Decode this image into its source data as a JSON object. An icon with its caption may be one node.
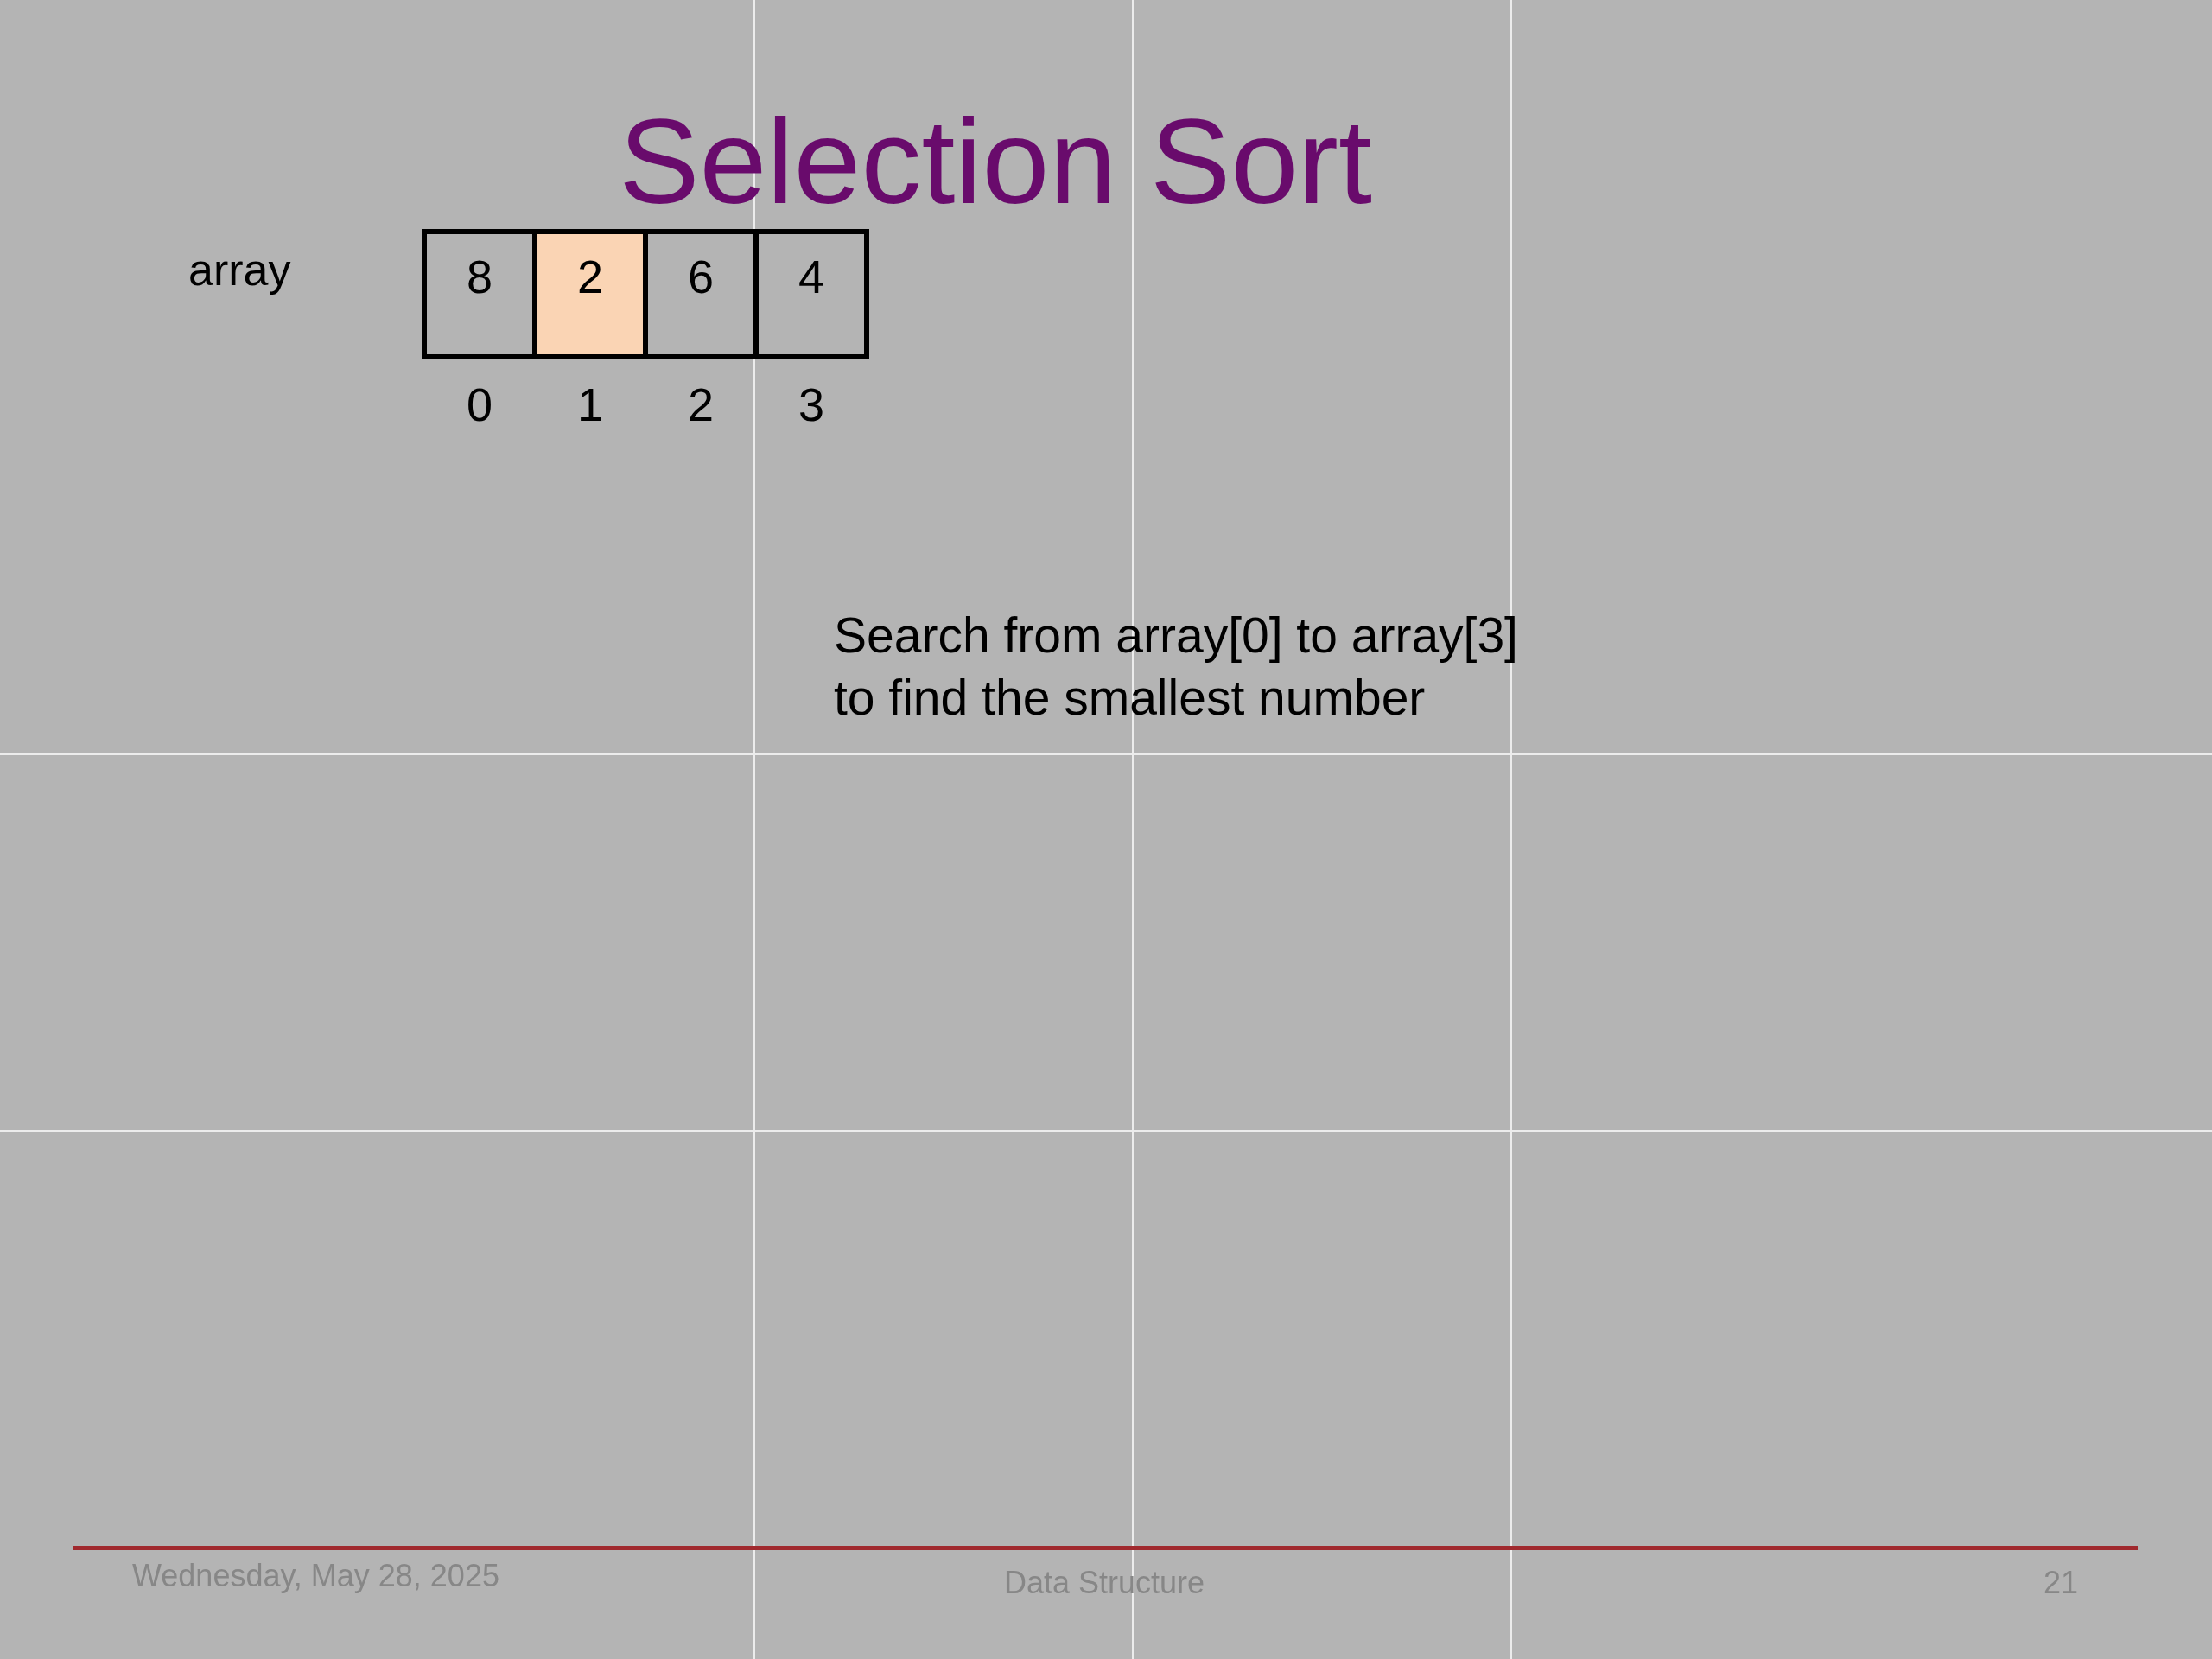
{
  "diagram": {
    "title": "Selection Sort",
    "nodes": [
      {
        "text": [
          "8"
        ],
        "beside": [
          "0"
        ]
      },
      {
        "text": [
          "2"
        ],
        "beside": [
          "1"
        ]
      },
      {
        "text": [
          "6"
        ],
        "beside": [
          "2"
        ]
      },
      {
        "text": [
          "4"
        ],
        "beside": [
          "3"
        ]
      }
    ],
    "labels": [
      "array",
      "Search from array[0] to array[3] to find the smallest number",
      "Wednesday, May 28, 2025",
      "Data Structure",
      "21"
    ]
  }
}
